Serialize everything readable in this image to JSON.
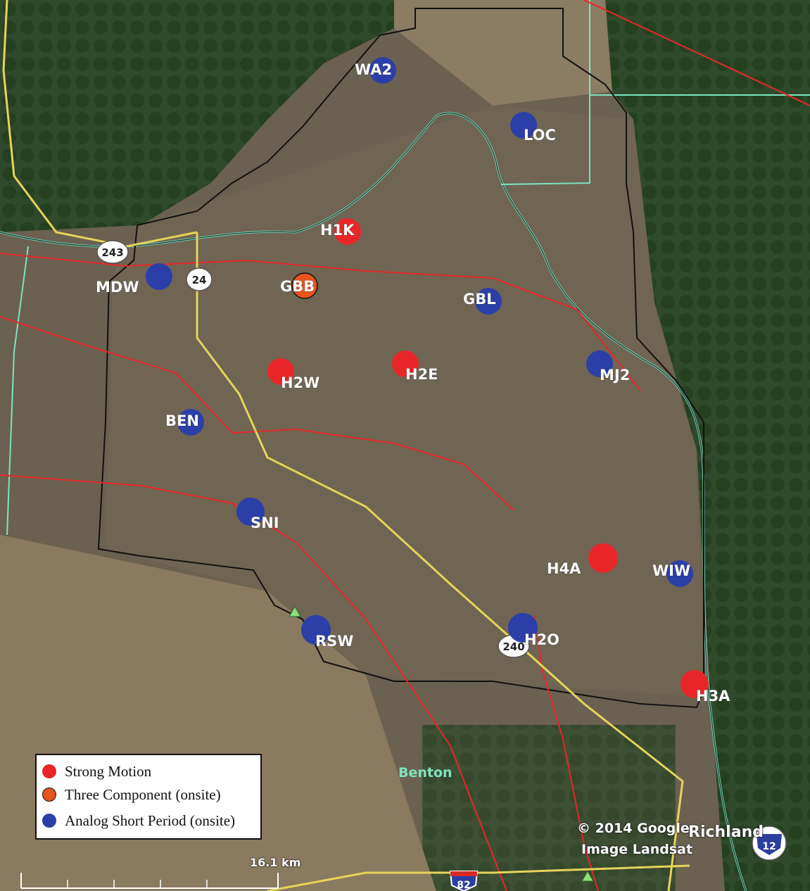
{
  "map": {
    "stations": [
      {
        "id": "WA2",
        "type": "analog"
      },
      {
        "id": "LOC",
        "type": "analog"
      },
      {
        "id": "H1K",
        "type": "strong"
      },
      {
        "id": "MDW",
        "type": "analog"
      },
      {
        "id": "GBB",
        "type": "three"
      },
      {
        "id": "GBL",
        "type": "analog"
      },
      {
        "id": "H2W",
        "type": "strong"
      },
      {
        "id": "H2E",
        "type": "strong"
      },
      {
        "id": "MJ2",
        "type": "analog"
      },
      {
        "id": "BEN",
        "type": "analog"
      },
      {
        "id": "SNI",
        "type": "analog"
      },
      {
        "id": "H4A",
        "type": "strong"
      },
      {
        "id": "WIW",
        "type": "analog"
      },
      {
        "id": "RSW",
        "type": "analog"
      },
      {
        "id": "H2O",
        "type": "analog"
      },
      {
        "id": "H3A",
        "type": "strong"
      }
    ],
    "routes": [
      "243",
      "24",
      "240",
      "82",
      "12"
    ],
    "places": {
      "benton": "Benton",
      "richland": "Richland"
    },
    "copyright_line1": "© 2014 Google",
    "copyright_line2": "Image Landsat",
    "scale_label": "16.1 km"
  },
  "legend": {
    "items": [
      {
        "label": "Strong Motion",
        "color": "#e8262a"
      },
      {
        "label": "Three Component (onsite)",
        "color": "#e8541e"
      },
      {
        "label": "Analog Short Period (onsite)",
        "color": "#2c3ea8"
      }
    ]
  },
  "colors": {
    "strong": "#e8262a",
    "three": "#e8541e",
    "analog": "#2c3ea8",
    "fault_line": "#e8262a",
    "road": "#e6d35a",
    "river": "#7fe3c0",
    "boundary": "#111111"
  }
}
